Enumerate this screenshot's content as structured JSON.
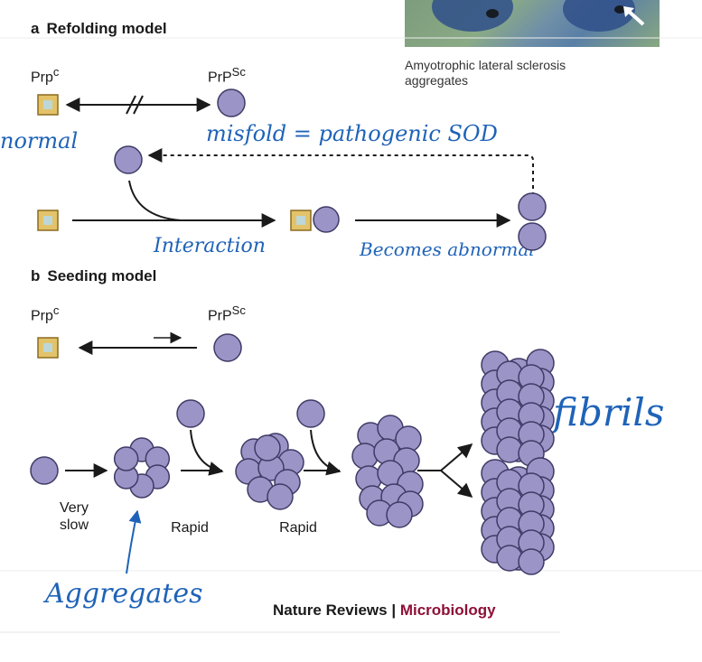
{
  "photo": {
    "caption_line1": "Amyotrophic lateral sclerosis",
    "caption_line2": "aggregates"
  },
  "panel_a": {
    "letter": "a",
    "title": "Refolding model",
    "label_prpc": "Prp",
    "label_prpc_sup": "c",
    "label_prpsc": "PrP",
    "label_prpsc_sup": "Sc"
  },
  "panel_b": {
    "letter": "b",
    "title": "Seeding model",
    "label_prpc": "Prp",
    "label_prpc_sup": "c",
    "label_prpsc": "PrP",
    "label_prpsc_sup": "Sc",
    "step1_line1": "Very",
    "step1_line2": "slow",
    "step2": "Rapid",
    "step3": "Rapid"
  },
  "annotations": {
    "normal": "normal",
    "misfold": "misfold = pathogenic SOD",
    "interaction": "Interaction",
    "becomes_abnormal": "Becomes abnormal",
    "fibrils": "fibrils",
    "aggregates": "Aggregates"
  },
  "credit": {
    "brand1": "Nature Reviews",
    "separator": " | ",
    "brand2": "Microbiology"
  },
  "colors": {
    "sphere_fill": "#9b94c6",
    "sphere_stroke": "#3f3a66",
    "square_fill": "#e3c36a",
    "square_stroke": "#8b6a1e",
    "square_inner": "#bcd7d8",
    "handwriting": "#1f63b8",
    "brand_accent": "#8e1038"
  }
}
